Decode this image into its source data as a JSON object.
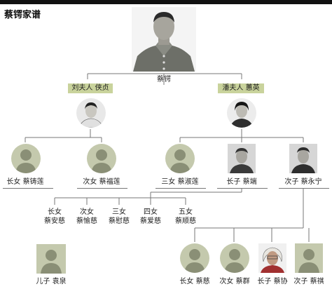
{
  "title": "蔡锷家谱",
  "patriarch": {
    "name": "蔡锷",
    "icon": "portrait-photo-military"
  },
  "wives": [
    {
      "label": "刘夫人 侠贞",
      "icon": "portrait-photo-woman"
    },
    {
      "label": "潘夫人 蕙英",
      "icon": "portrait-photo-woman"
    }
  ],
  "children": [
    {
      "label": "长女 蔡铸莲",
      "icon": "person-silhouette-icon"
    },
    {
      "label": "次女 蔡福莲",
      "icon": "person-silhouette-icon"
    },
    {
      "label": "三女 蔡淑莲",
      "icon": "person-silhouette-icon"
    },
    {
      "label": "长子 蔡端",
      "icon": "portrait-photo-man"
    },
    {
      "label": "次子 蔡永宁",
      "icon": "portrait-photo-man"
    }
  ],
  "granddaughters": [
    {
      "rank": "长女",
      "name": "蔡安慈"
    },
    {
      "rank": "次女",
      "name": "蔡愉慈"
    },
    {
      "rank": "三女",
      "name": "蔡慰慈"
    },
    {
      "rank": "四女",
      "name": "蔡爱慈"
    },
    {
      "rank": "五女",
      "name": "蔡顺慈"
    }
  ],
  "grandchildren": [
    {
      "label": "儿子 袁泉",
      "icon": "person-silhouette-icon"
    },
    {
      "label": "长女 蔡慈",
      "icon": "person-silhouette-icon"
    },
    {
      "label": "次女 蔡群",
      "icon": "person-silhouette-icon"
    },
    {
      "label": "长子 蔡协",
      "icon": "portrait-photo-man"
    },
    {
      "label": "次子 蔡祺",
      "icon": "person-silhouette-icon"
    }
  ],
  "colors": {
    "accent": "#c9d39c",
    "line": "#777777",
    "topbar": "#111111"
  }
}
